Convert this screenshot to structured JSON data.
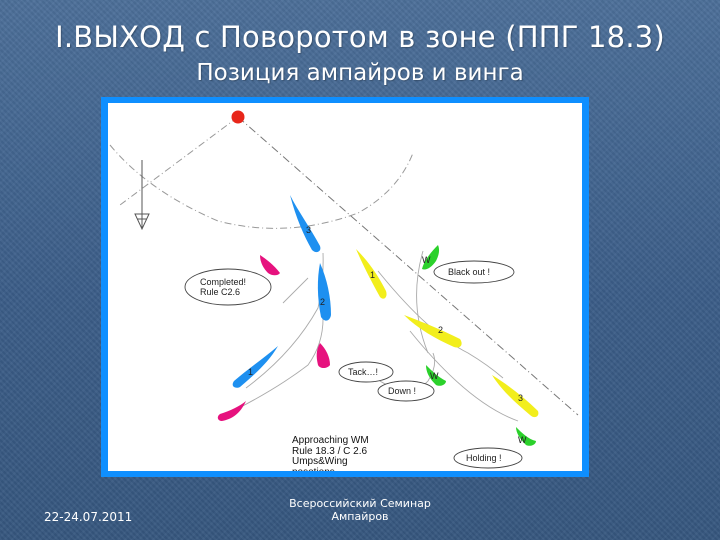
{
  "slide": {
    "title": "I.ВЫХОД с Поворотом в зоне (ППГ 18.3)",
    "subtitle": "Позиция ампайров и винга"
  },
  "diagram": {
    "colors": {
      "panel_border": "#0f8fff",
      "blue_boat": "#1e90f0",
      "magenta_boat": "#e6127e",
      "yellow_boat": "#f2ee1c",
      "umpire_boat": "#2bd12b",
      "mark": "#e8261a"
    },
    "labels": {
      "completed_line1": "Completed!",
      "completed_line2": "Rule C2.6",
      "black_out": "Black out !",
      "tack": "Tack…!",
      "down": "Down !",
      "holding": "Holding !"
    },
    "boat_numbers": {
      "blue_1": "1",
      "blue_2": "2",
      "blue_3": "3",
      "yellow_1": "1",
      "yellow_2": "2",
      "yellow_3": "3"
    },
    "umpire_letter": "W",
    "note_lines": [
      "Approaching WM",
      "Rule 18.3 / C 2.6",
      "Umps&Wing",
      "posotions"
    ]
  },
  "footer": {
    "date": "22-24.07.2011",
    "event_line1": "Всероссийский Семинар",
    "event_line2": "Ампайров"
  }
}
